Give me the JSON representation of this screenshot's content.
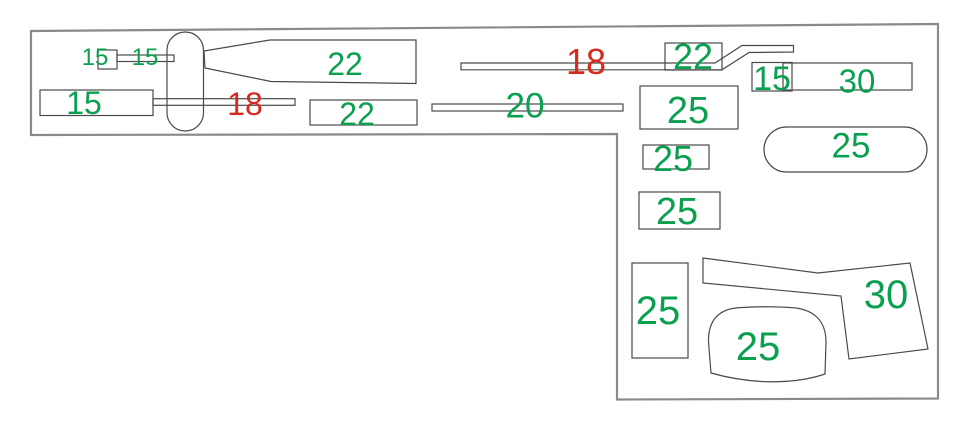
{
  "colors": {
    "green": "#0aa04f",
    "red": "#d62a20",
    "line": "#4a4a4a",
    "border": "#8a8a8a",
    "background": "#ffffff"
  },
  "diagram_title": "",
  "labels": [
    {
      "text": "15",
      "color": "green"
    },
    {
      "text": "15",
      "color": "green"
    },
    {
      "text": "15",
      "color": "green"
    },
    {
      "text": "18",
      "color": "red"
    },
    {
      "text": "22",
      "color": "green"
    },
    {
      "text": "22",
      "color": "green"
    },
    {
      "text": "20",
      "color": "green"
    },
    {
      "text": "18",
      "color": "red"
    },
    {
      "text": "22",
      "color": "green"
    },
    {
      "text": "15",
      "color": "green"
    },
    {
      "text": "30",
      "color": "green"
    },
    {
      "text": "25",
      "color": "green"
    },
    {
      "text": "25",
      "color": "green"
    },
    {
      "text": "25",
      "color": "green"
    },
    {
      "text": "25",
      "color": "green"
    },
    {
      "text": "25",
      "color": "green"
    },
    {
      "text": "25",
      "color": "green"
    },
    {
      "text": "30",
      "color": "green"
    }
  ]
}
